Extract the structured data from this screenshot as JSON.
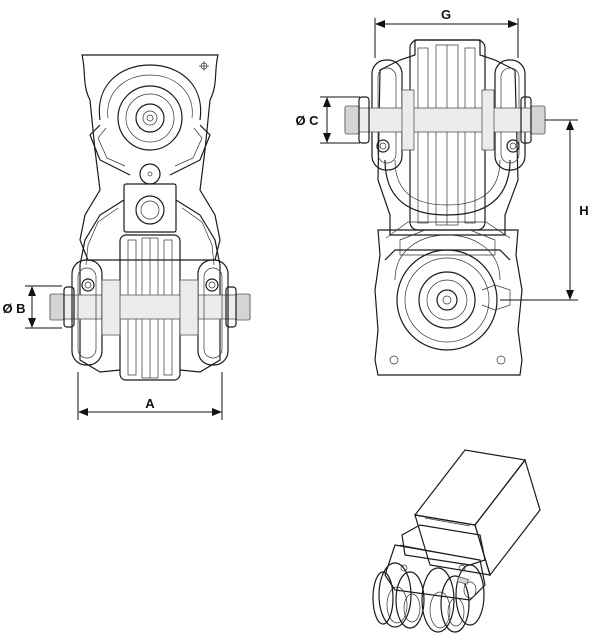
{
  "labels": {
    "a": "A",
    "b": "Ø B",
    "c": "Ø C",
    "g": "G",
    "h": "H"
  }
}
